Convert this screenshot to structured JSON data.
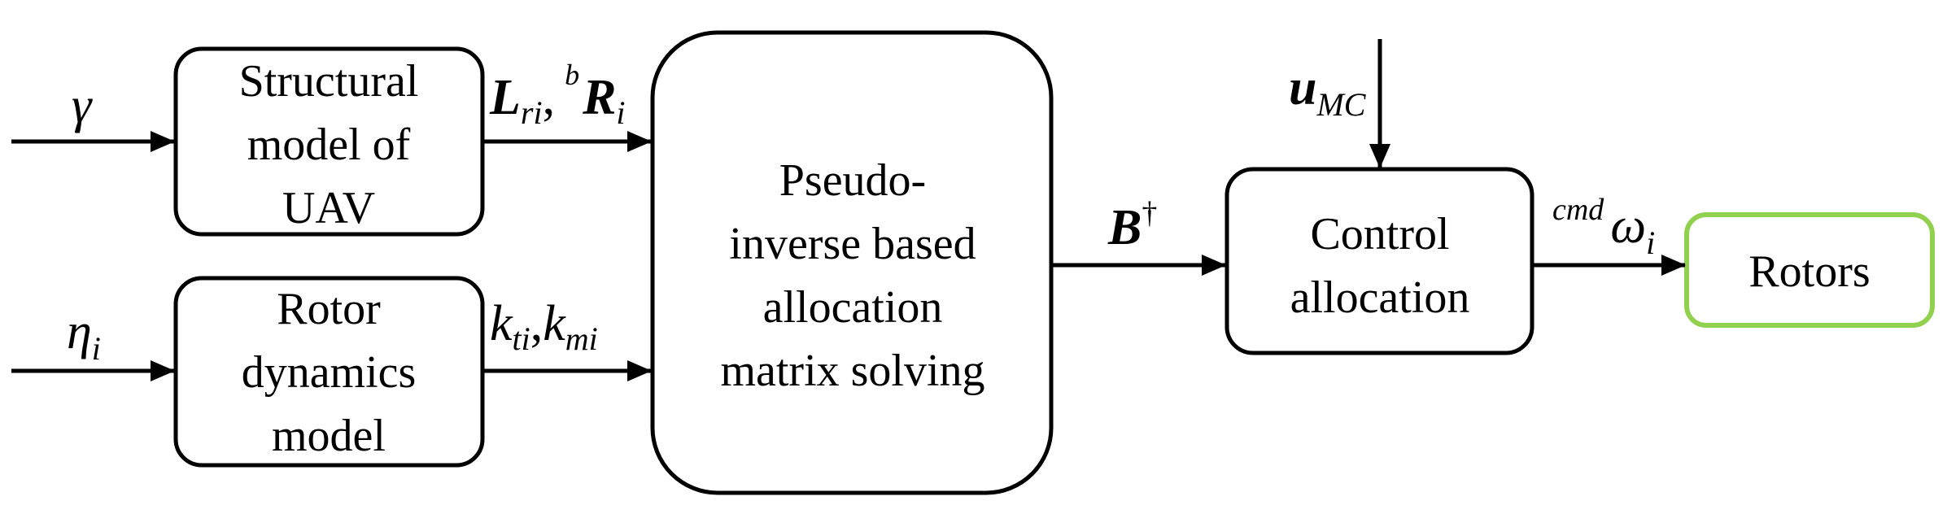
{
  "blocks": {
    "structural": {
      "lines": [
        "Structural",
        "model of",
        "UAV"
      ]
    },
    "rotor_dyn": {
      "lines": [
        "Rotor",
        "dynamics",
        "model"
      ]
    },
    "pseudo": {
      "lines": [
        "Pseudo-",
        "inverse based",
        "allocation",
        "matrix solving"
      ]
    },
    "control": {
      "lines": [
        "Control",
        "allocation"
      ]
    },
    "rotors": {
      "lines": [
        "Rotors"
      ],
      "border_color": "#92d050"
    }
  },
  "signals": {
    "gamma": "γ",
    "eta": {
      "base": "η",
      "sub": "i"
    },
    "L_ri": {
      "base": "L",
      "sub": "ri"
    },
    "comma": ",",
    "bR_i": {
      "sup": "b",
      "base": "R",
      "sub": "i"
    },
    "k_ti": {
      "base": "k",
      "sub": "ti"
    },
    "k_mi": {
      "base": "k",
      "sub": "mi"
    },
    "B_dag": {
      "base": "B",
      "sup": "†"
    },
    "u_MC": {
      "base": "u",
      "sub": "MC"
    },
    "cmd_omega": {
      "sup": "cmd",
      "base": "ω",
      "sub": "i"
    }
  },
  "colors": {
    "stroke": "#000000",
    "rotors_border": "#92d050"
  }
}
